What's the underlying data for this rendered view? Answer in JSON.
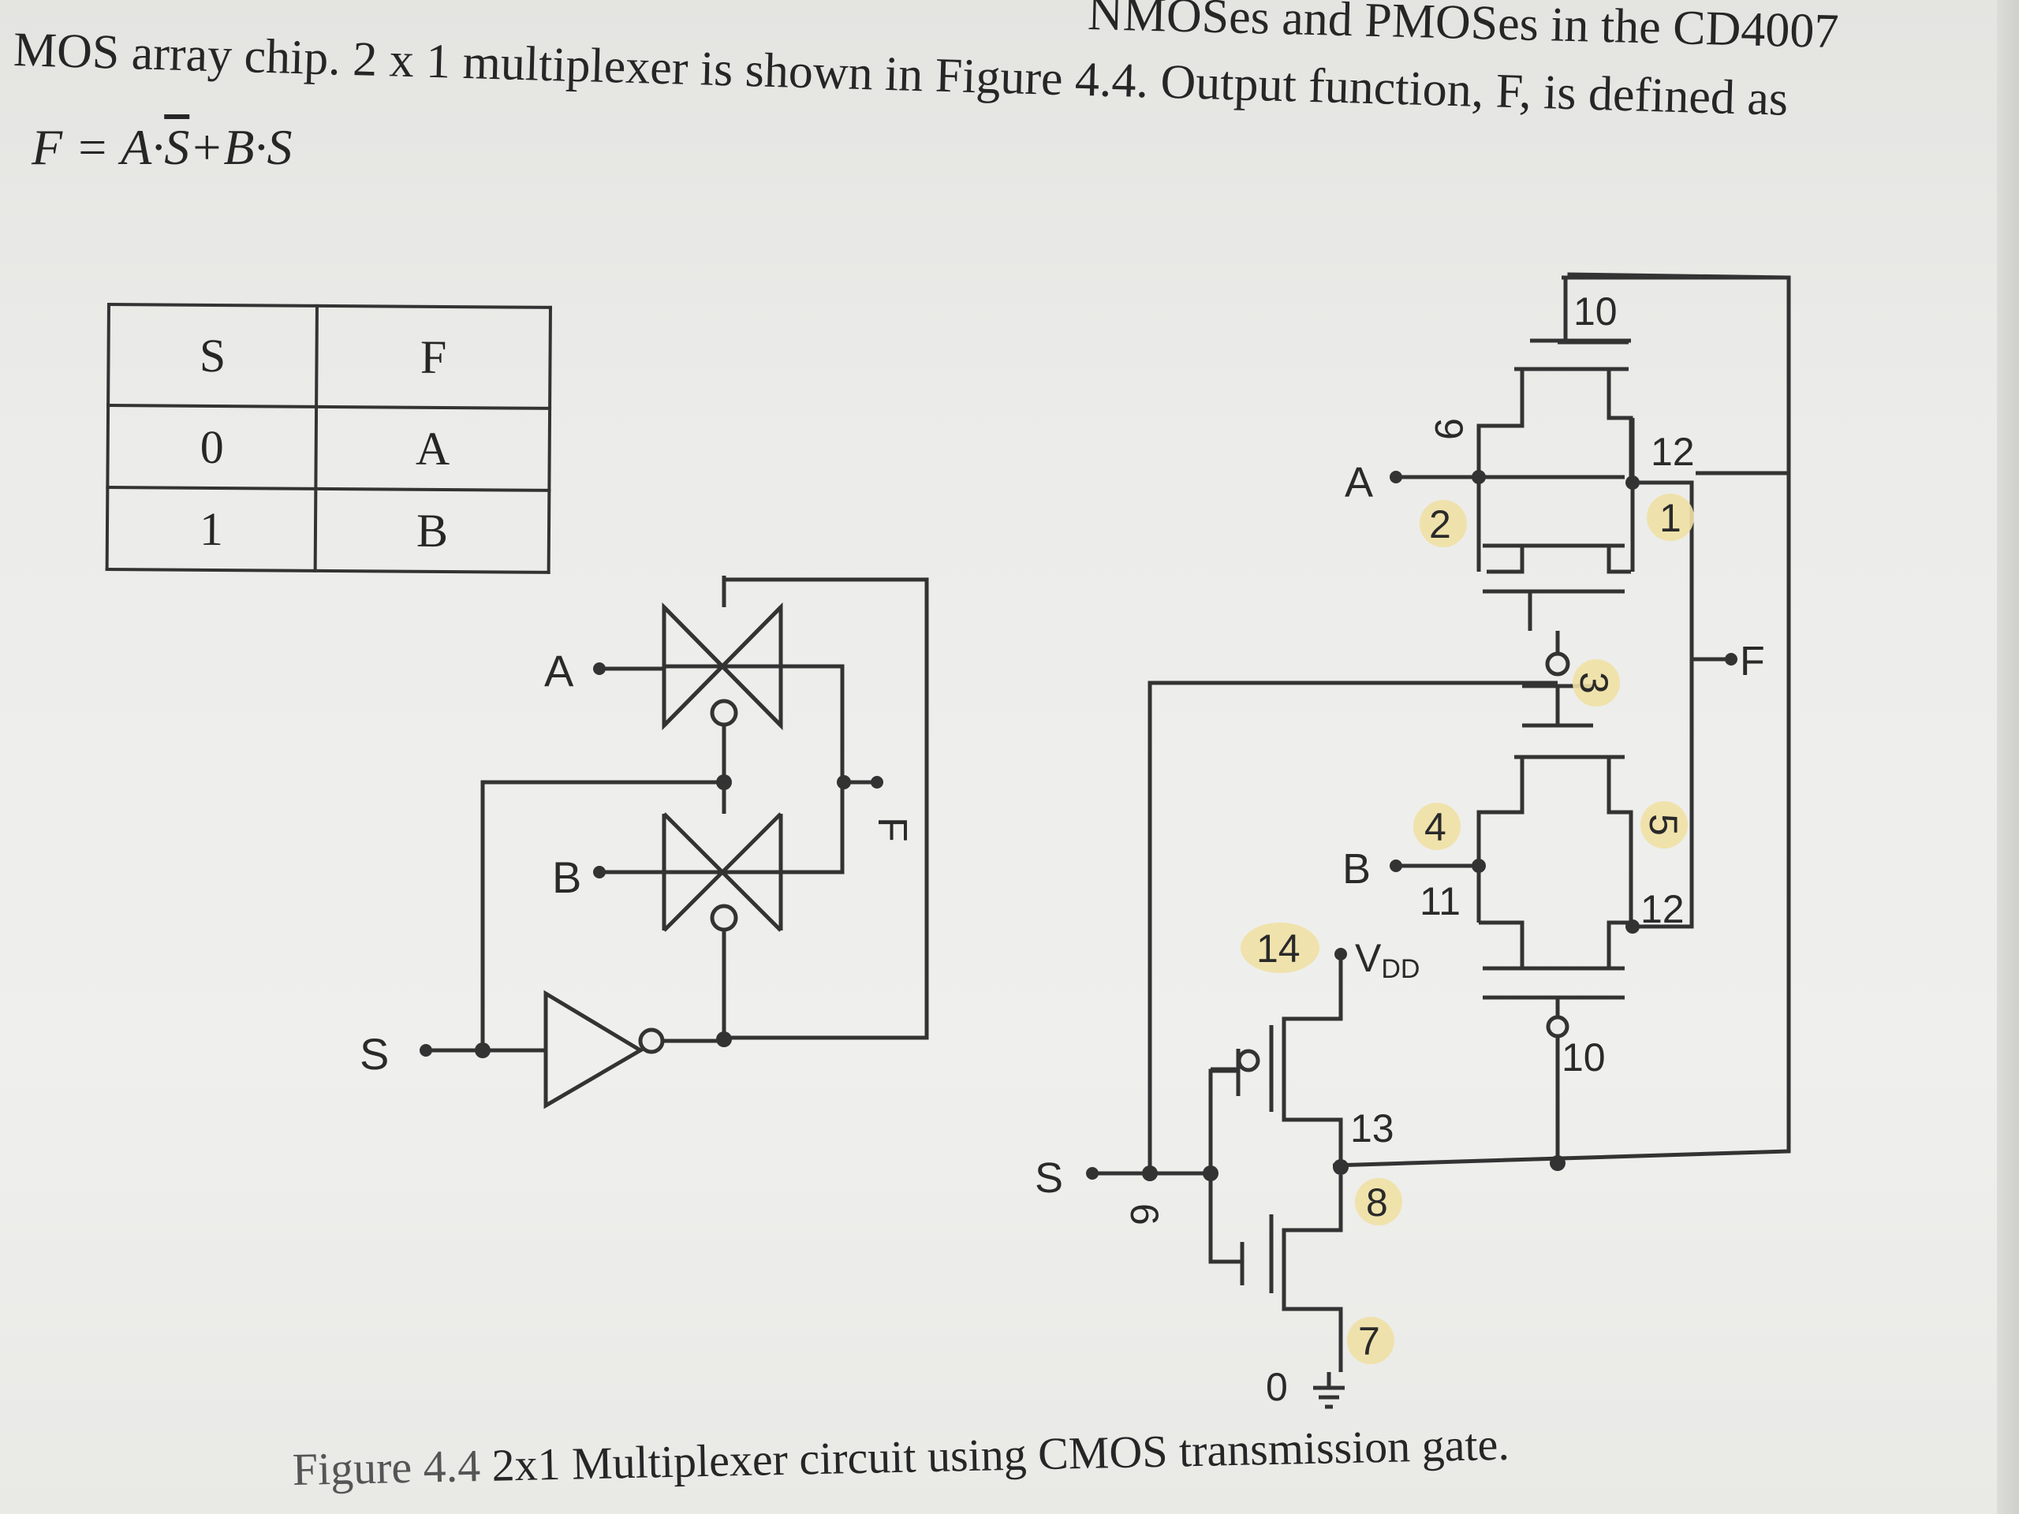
{
  "paragraph": {
    "line1": "NMOSes and PMOSes in the CD4007",
    "line2": "MOS array chip. 2 x 1 multiplexer is shown in Figure 4.4. Output function, F, is defined as"
  },
  "formula": {
    "lhs": "F = A·",
    "s_bar": "S",
    "rhs": "+B·S"
  },
  "truth_table": {
    "headers": [
      "S",
      "F"
    ],
    "rows": [
      [
        "0",
        "A"
      ],
      [
        "1",
        "B"
      ]
    ]
  },
  "tg_diagram": {
    "input_a": "A",
    "input_b": "B",
    "select": "S",
    "output": "F"
  },
  "cmos_diagram": {
    "input_a": "A",
    "input_b": "B",
    "select": "S",
    "output": "F",
    "vdd": "V",
    "vdd_sub": "DD",
    "ground": "0",
    "pins": {
      "p10_top": "10",
      "p9": "9",
      "p2": "2",
      "p12_top": "12",
      "p1": "1",
      "p3": "3",
      "p4": "4",
      "p5": "5",
      "p11": "11",
      "p12_bottom": "12",
      "p14": "14",
      "p10_bottom": "10",
      "p13": "13",
      "p8": "8",
      "p6": "6",
      "p7": "7"
    },
    "highlight_color": "#efe0a4"
  },
  "caption": {
    "fig_no": "Figure 4.4",
    "text": "2x1 Multiplexer circuit using CMOS transmission gate."
  }
}
